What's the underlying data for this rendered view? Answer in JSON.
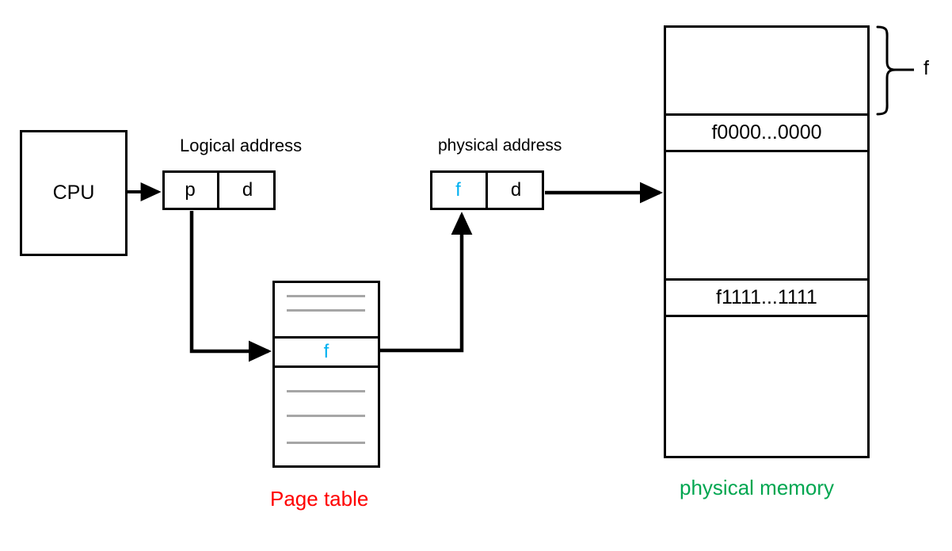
{
  "diagram": {
    "title_hidden": "",
    "cpu": {
      "label": "CPU"
    },
    "logical_address": {
      "caption": "Logical address",
      "page_number_cell": "p",
      "offset_cell": "d"
    },
    "physical_address": {
      "caption": "physical address",
      "frame_cell": "f",
      "offset_cell": "d"
    },
    "page_table": {
      "caption": "Page table",
      "caption_color": "#FF0000",
      "selected_entry": "f",
      "empty_entries_above": 2,
      "empty_entries_below": 3
    },
    "physical_memory": {
      "caption": "physical memory",
      "caption_color": "#00A650",
      "frame_start_row": "f0000...0000",
      "frame_end_row": "f1111...1111",
      "brace_label": "f"
    },
    "colors": {
      "frame_highlight": "#00B0F0",
      "outline": "#000000",
      "faint_entry": "#A6A6A6"
    },
    "arrows": [
      {
        "name": "cpu-to-logical-address"
      },
      {
        "name": "page-number-to-page-table"
      },
      {
        "name": "page-table-entry-to-physical-address"
      },
      {
        "name": "physical-address-to-physical-memory"
      }
    ]
  }
}
